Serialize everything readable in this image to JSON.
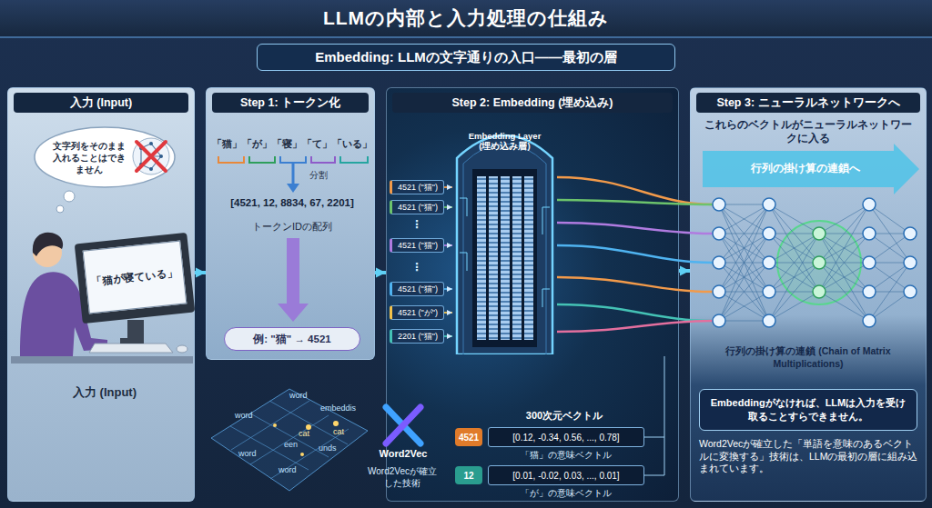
{
  "diagram": {
    "title": "LLMの内部と入力処理の仕組み",
    "nodes": [
      {
        "text": [
          "Embedding: LLMの文字通りの入口——最初の層"
        ]
      },
      {
        "text": [
          "入力 (Input)"
        ]
      },
      {
        "text": [
          "文字列をそのまま入れることはできません"
        ],
        "in": 1
      },
      {
        "text": [
          "「猫が寝ている」"
        ],
        "in": 1
      },
      {
        "text": [
          "Step 1: トークン化"
        ]
      },
      {
        "text": [
          "例: \"猫\" → 4521"
        ],
        "in": 4
      },
      {
        "text": [
          "Step 2: Embedding (埋め込み)"
        ]
      },
      {
        "text": [
          "Embedding Layer (埋め込み層)"
        ],
        "in": 6
      },
      {
        "text": [
          "4521 (\"猫\")"
        ],
        "in": 6
      },
      {
        "text": [
          "4521 (\"猫\")"
        ],
        "in": 6
      },
      {
        "text": [
          "4521 (\"猫\")"
        ],
        "in": 6
      },
      {
        "text": [
          "4521 (\"猫\")"
        ],
        "in": 6
      },
      {
        "text": [
          "4521 (\"が\")"
        ],
        "in": 6
      },
      {
        "text": [
          "2201 (\"猫\")"
        ],
        "in": 6
      },
      {
        "text": [
          "4521"
        ],
        "in": 6
      },
      {
        "text": [
          "[0.12, -0.34, 0.56, ..., 0.78]"
        ],
        "in": 6
      },
      {
        "text": [
          "12"
        ],
        "in": 6
      },
      {
        "text": [
          "[0.01, -0.02, 0.03, ..., 0.01]"
        ],
        "in": 6
      },
      {
        "text": [
          "Step 3: ニューラルネットワークへ"
        ]
      },
      {
        "text": [
          "Embeddingがなければ、LLMは入力を受け取ることすらできません。"
        ],
        "in": 18
      }
    ],
    "edges": [
      {
        "from": 1,
        "to": 4,
        "arrow": "to"
      },
      {
        "from": 4,
        "to": 6,
        "arrow": "to"
      },
      {
        "from": 6,
        "to": 18,
        "arrow": "to"
      },
      {
        "from": 8,
        "to": 7,
        "arrow": "to"
      },
      {
        "from": 9,
        "to": 7,
        "arrow": "to"
      },
      {
        "from": 10,
        "to": 7,
        "arrow": "to"
      },
      {
        "from": 11,
        "to": 7,
        "arrow": "to"
      },
      {
        "from": 12,
        "to": 7,
        "arrow": "to"
      },
      {
        "from": 13,
        "to": 7,
        "arrow": "to"
      }
    ],
    "labels": [
      "入力 (Input)",
      "「猫」「が」「寝」「て」「いる」",
      "分割",
      "[4521, 12, 8834, 67, 2201]",
      "トークンIDの配列",
      "⋮",
      "⋮",
      "300次元ベクトル",
      "「猫」の意味ベクトル",
      "「が」の意味ベクトル",
      "Word2Vec",
      "Word2Vecが確立した技術",
      "word",
      "word",
      "embeddis",
      "cat",
      "cat",
      "een",
      "unds",
      "word",
      "word",
      "これらのベクトルがニューラルネットワークに入る",
      "行列の掛け算の連鎖へ",
      "行列の掛け算の連鎖 (Chain of Matrix Multiplications)",
      "Word2Vecが確立した「単語を意味のあるベクトルに変換する」技術は、LLMの最初の層に組み込まれています。"
    ]
  }
}
